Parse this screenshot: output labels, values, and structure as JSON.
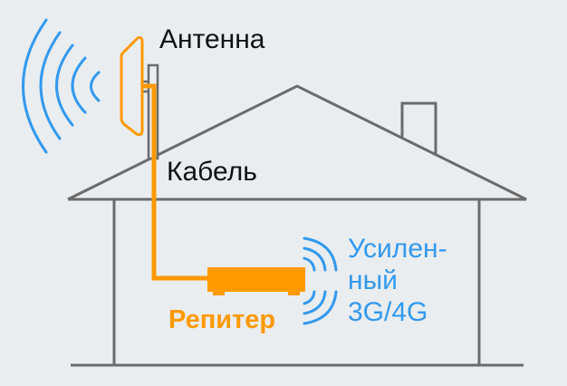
{
  "labels": {
    "antenna": "Антенна",
    "cable": "Кабель",
    "repeater": "Репитер",
    "signal_lines": [
      "Усилен-",
      "ный",
      "3G/4G"
    ]
  },
  "colors": {
    "background": "#e9edf0",
    "house_outline": "#6b6b6b",
    "orange": "#ff9900",
    "blue": "#3399ee",
    "text": "#111111"
  },
  "icons": {
    "antenna": "panel-antenna-icon",
    "repeater": "repeater-device-icon",
    "incoming_waves": "signal-waves-icon",
    "outgoing_waves": "signal-waves-icon"
  }
}
